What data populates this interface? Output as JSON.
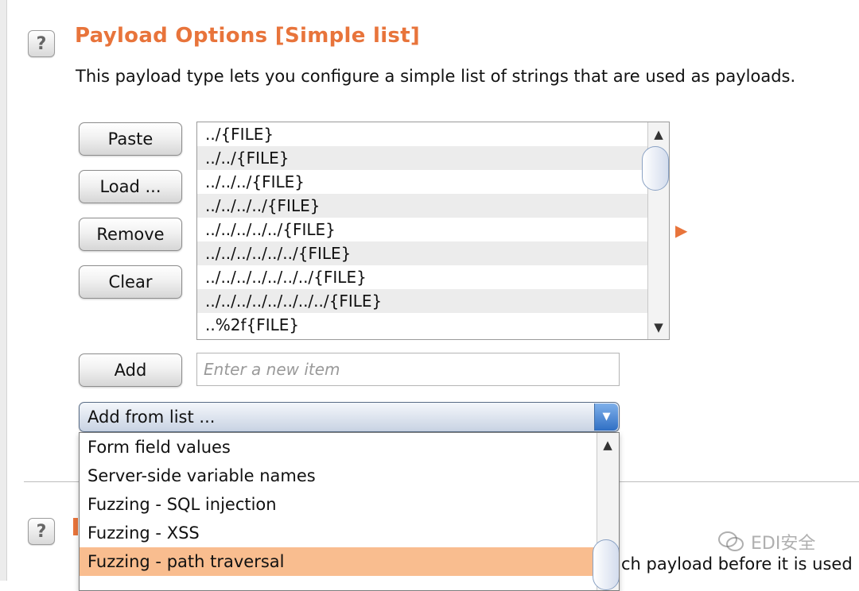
{
  "section": {
    "title": "Payload Options [Simple list]",
    "description": "This payload type lets you configure a simple list of strings that are used as payloads.",
    "help_label": "?"
  },
  "buttons": {
    "paste": "Paste",
    "load": "Load ...",
    "remove": "Remove",
    "clear": "Clear",
    "add": "Add"
  },
  "payload_list": [
    "../{FILE}",
    "../../{FILE}",
    "../../../{FILE}",
    "../../../../{FILE}",
    "../../../../../{FILE}",
    "../../../../../../{FILE}",
    "../../../../../../../{FILE}",
    "../../../../../../../../{FILE}",
    "..%2f{FILE}"
  ],
  "scroll": {
    "up_arrow": "▲",
    "down_arrow": "▼"
  },
  "new_item": {
    "placeholder": "Enter a new item",
    "value": ""
  },
  "add_from_list": {
    "label": "Add from list ...",
    "arrow": "▼",
    "options": [
      "Form field values",
      "Server-side variable names",
      "Fuzzing - SQL injection",
      "Fuzzing - XSS",
      "Fuzzing - path traversal"
    ],
    "selected": "Fuzzing - path traversal"
  },
  "next_section": {
    "help_label": "?",
    "partial_text": "ch payload before it is used"
  },
  "watermark": {
    "text": "EDI安全"
  },
  "colors": {
    "accent": "#e8743b",
    "selected_row": "#f9bd8f",
    "dropdown_arrow": "#2f6fc4"
  }
}
